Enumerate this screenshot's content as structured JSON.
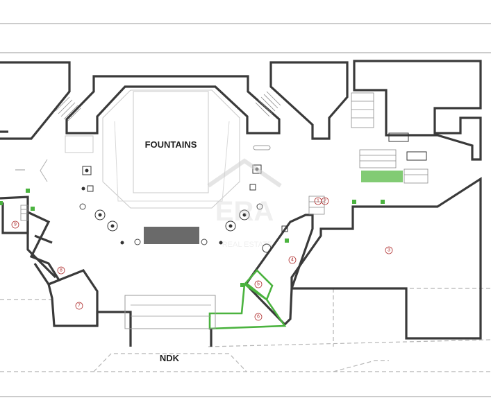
{
  "labels": {
    "fountains": "FOUNTAINS",
    "ndk": "NDK"
  },
  "watermark": {
    "brand": "ERA",
    "tagline": "REAL ESTATE"
  },
  "units": [
    "1",
    "2",
    "3",
    "4",
    "5",
    "6",
    "7",
    "8",
    "9"
  ],
  "colors": {
    "wall": "#3a3a3a",
    "highlight": "#4bb33f",
    "unit_number": "#b03030"
  }
}
